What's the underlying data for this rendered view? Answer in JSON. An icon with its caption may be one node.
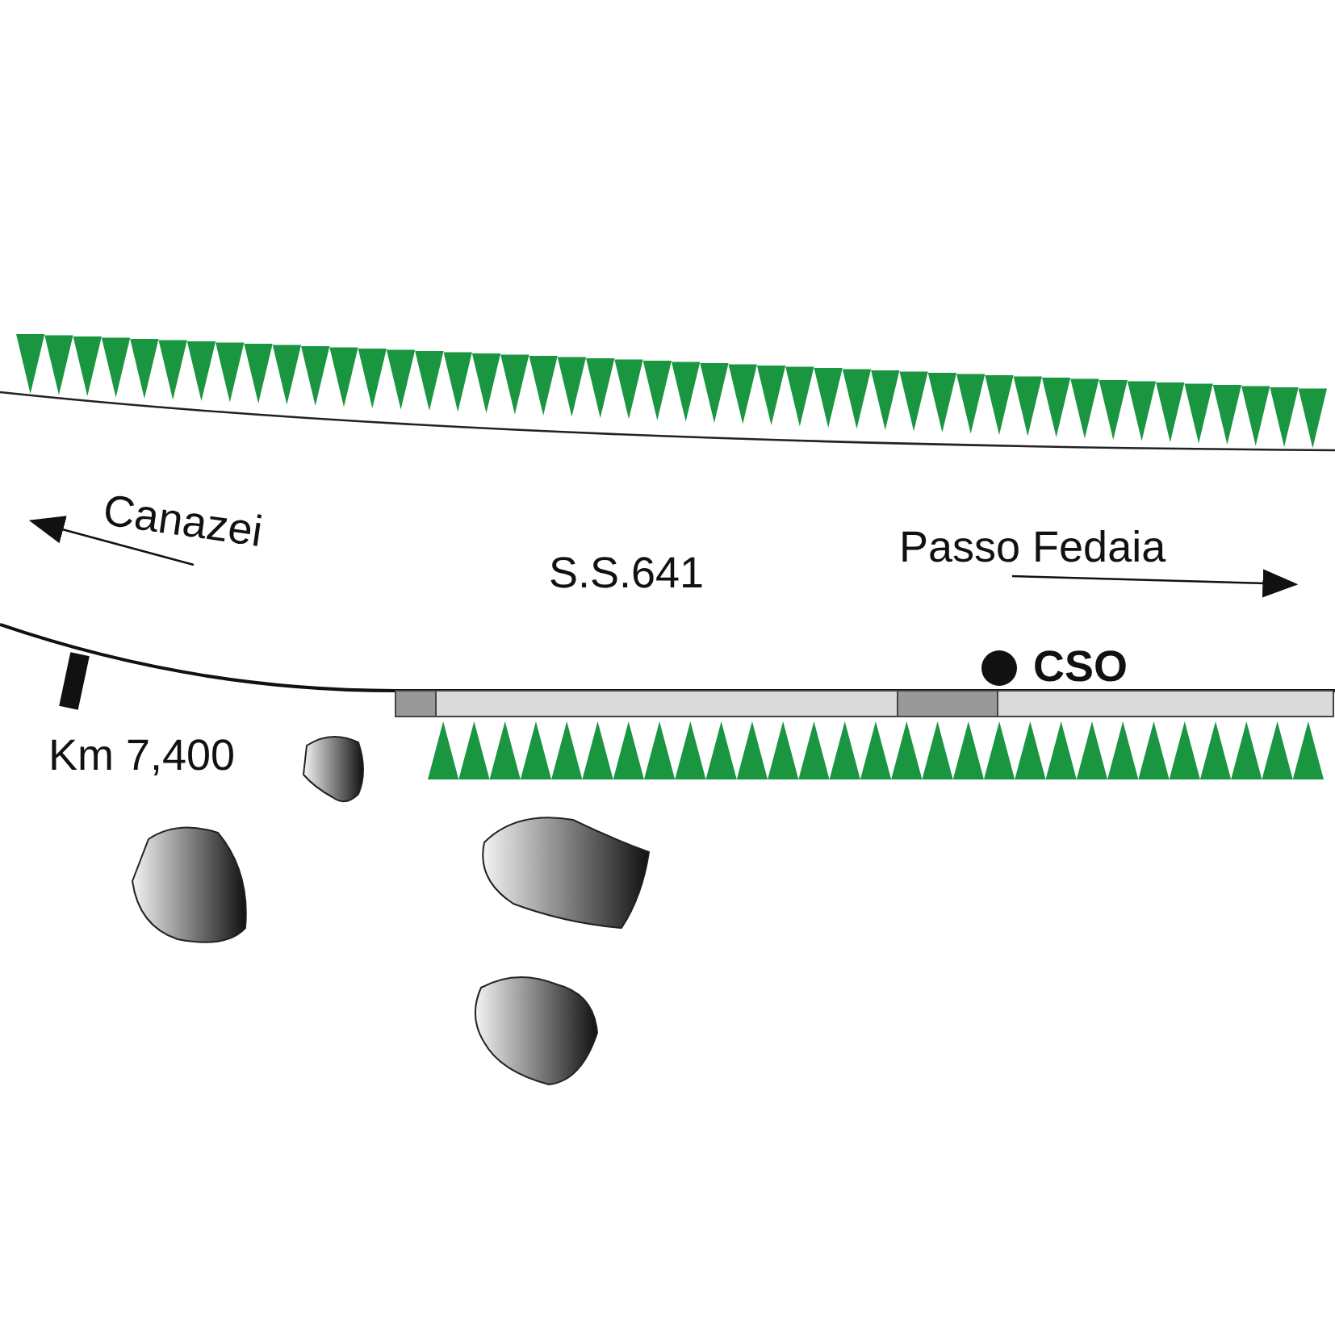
{
  "diagram": {
    "labels": [
      "Canazei",
      "S.S.641",
      "Passo Fedaia",
      "CSO",
      "Km 7,400"
    ]
  }
}
